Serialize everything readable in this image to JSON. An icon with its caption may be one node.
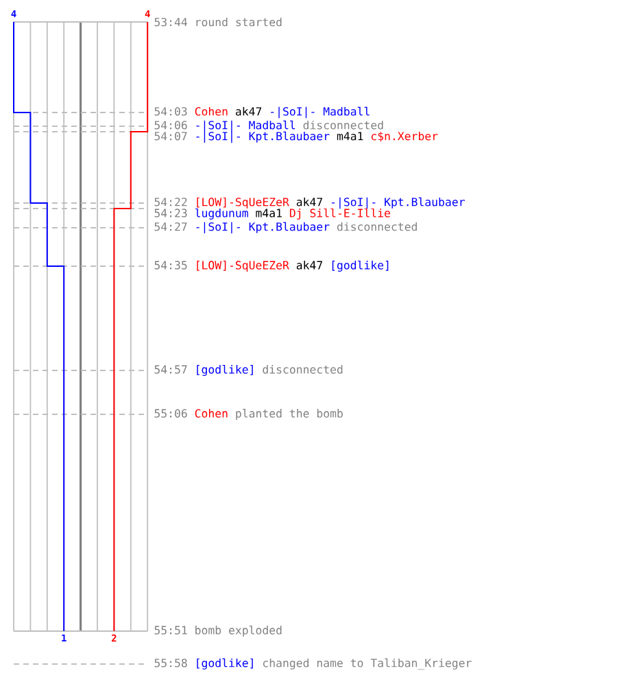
{
  "diagram": {
    "labels": [
      "4",
      "4",
      "53:44",
      "round started",
      "54:03",
      "Cohen",
      "ak47",
      "-|SoI|- Madball",
      "54:06",
      "-|SoI|- Madball",
      "disconnected",
      "54:07",
      "-|SoI|- Kpt.Blaubaer",
      "m4a1",
      "c$n.Xerber",
      "54:22",
      "[LOW]-SqUeEZeR",
      "ak47",
      "-|SoI|- Kpt.Blaubaer",
      "54:23",
      "lugdunum",
      "m4a1",
      "Dj Sill-E-Illie",
      "54:27",
      "-|SoI|- Kpt.Blaubaer",
      "disconnected",
      "54:35",
      "[LOW]-SqUeEZeR",
      "ak47",
      "[godlike]",
      "54:57",
      "[godlike]",
      "disconnected",
      "55:06",
      "Cohen",
      "planted the bomb",
      "55:51",
      "bomb exploded",
      "1",
      "2",
      "55:58",
      "[godlike]",
      "changed name to Taliban_Krieger"
    ]
  }
}
